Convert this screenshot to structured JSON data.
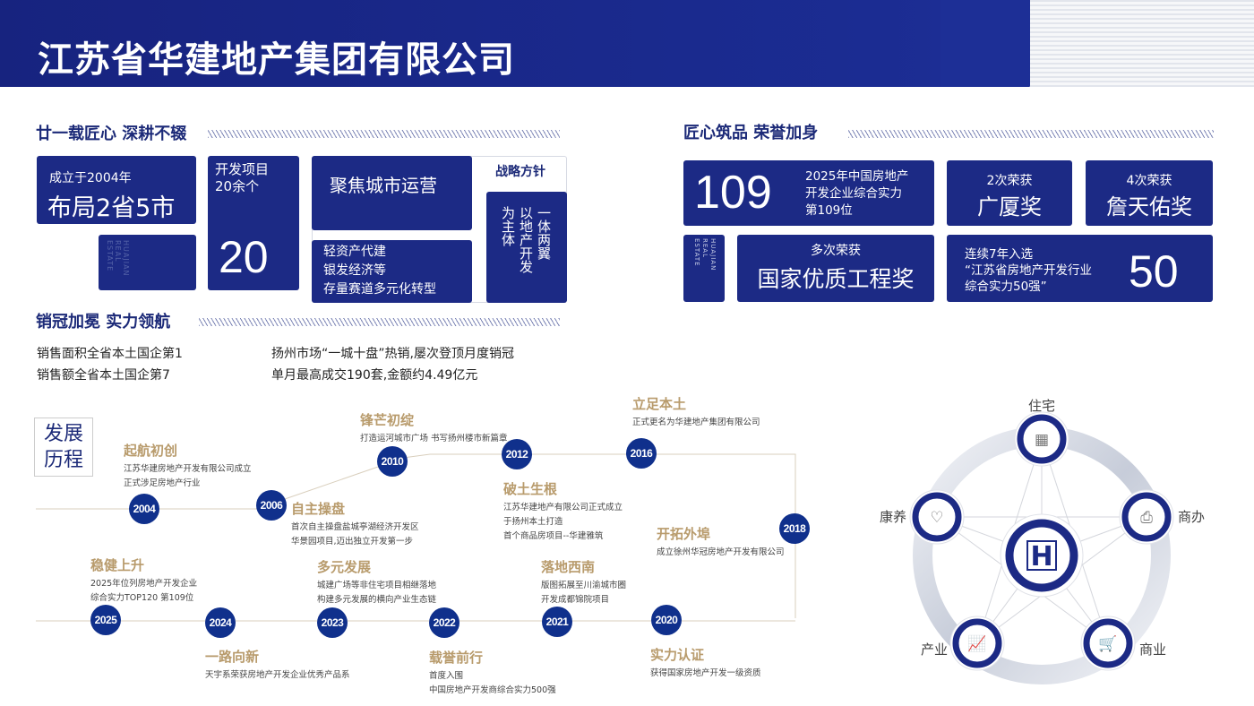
{
  "header": {
    "title": "江苏省华建地产集团有限公司"
  },
  "section1": {
    "title": "廿一载匠心 深耕不辍",
    "founded": "成立于2004年",
    "layout": "布局2省5市",
    "brand_vertical": "HUAJIAN REAL ESTATE",
    "projects_label_1": "开发项目",
    "projects_label_2": "20余个",
    "projects_number": "20",
    "focus": "聚焦城市运营",
    "transform_lines": [
      "轻资产代建",
      "银发经济等",
      "存量赛道多元化转型"
    ],
    "strategy_title": "战略方针",
    "strategy_cols": [
      "一体两翼",
      "以地产开发",
      "为主体"
    ]
  },
  "section2": {
    "title": "销冠加冕 实力领航",
    "lines": [
      "销售面积全省本土国企第1",
      "销售额全省本土国企第7",
      "扬州市场“一城十盘”热销,屡次登顶月度销冠",
      "单月最高成交190套,金额约4.49亿元"
    ]
  },
  "honors": {
    "title": "匠心筑品 荣誉加身",
    "rank_number": "109",
    "rank_lines": [
      "2025年中国房地产",
      "开发企业综合实力",
      "第109位"
    ],
    "guangsha_sub": "2次荣获",
    "guangsha": "广厦奖",
    "zhantianyou_sub": "4次荣获",
    "zhantianyou": "詹天佑奖",
    "brand_vertical": "HUAJIAN REAL ESTATE",
    "national_sub": "多次荣获",
    "national": "国家优质工程奖",
    "top50_lines": [
      "连续7年入选",
      "“江苏省房地产开发行业",
      "综合实力50强”"
    ],
    "top50_number": "50"
  },
  "timeline": {
    "title_1": "发展",
    "title_2": "历程",
    "events": [
      {
        "year": "2004",
        "title": "起航初创",
        "desc": [
          "江苏华建房地产开发有限公司成立",
          "正式涉足房地产行业"
        ]
      },
      {
        "year": "2006",
        "title": "自主操盘",
        "desc": [
          "首次自主操盘盐城亭湖经济开发区",
          "华景园项目,迈出独立开发第一步"
        ]
      },
      {
        "year": "2010",
        "title": "锋芒初绽",
        "desc": [
          "打造运河城市广场 书写扬州楼市新篇章"
        ]
      },
      {
        "year": "2012",
        "title": "破土生根",
        "desc": [
          "江苏华建地产有限公司正式成立",
          "于扬州本土打造",
          "首个商品房项目--华建雅筑"
        ]
      },
      {
        "year": "2016",
        "title": "立足本土",
        "desc": [
          "正式更名为华建地产集团有限公司"
        ]
      },
      {
        "year": "2018",
        "title": "开拓外埠",
        "desc": [
          "成立徐州华冠房地产开发有限公司"
        ]
      },
      {
        "year": "2020",
        "title": "实力认证",
        "desc": [
          "获得国家房地产开发一级资质"
        ]
      },
      {
        "year": "2021",
        "title": "落地西南",
        "desc": [
          "版图拓展至川渝城市圈",
          "开发成都锦院项目"
        ]
      },
      {
        "year": "2022",
        "title": "载誉前行",
        "desc": [
          "首度入围",
          "中国房地产开发商综合实力500强"
        ]
      },
      {
        "year": "2023",
        "title": "多元发展",
        "desc": [
          "城建广场等非住宅项目相继落地",
          "构建多元发展的横向产业生态链"
        ]
      },
      {
        "year": "2024",
        "title": "一路向新",
        "desc": [
          "天宇系荣获房地产开发企业优秀产品系"
        ]
      },
      {
        "year": "2025",
        "title": "稳健上升",
        "desc": [
          "2025年位列房地产开发企业",
          "综合实力TOP120 第109位"
        ]
      }
    ]
  },
  "diagram": {
    "segments": [
      "住宅",
      "商办",
      "商业",
      "产业",
      "康养"
    ],
    "center_icon": "huajian-logo-icon"
  },
  "colors": {
    "brand": "#1c2a85",
    "gold": "#b89b6c",
    "node": "#10308c"
  }
}
